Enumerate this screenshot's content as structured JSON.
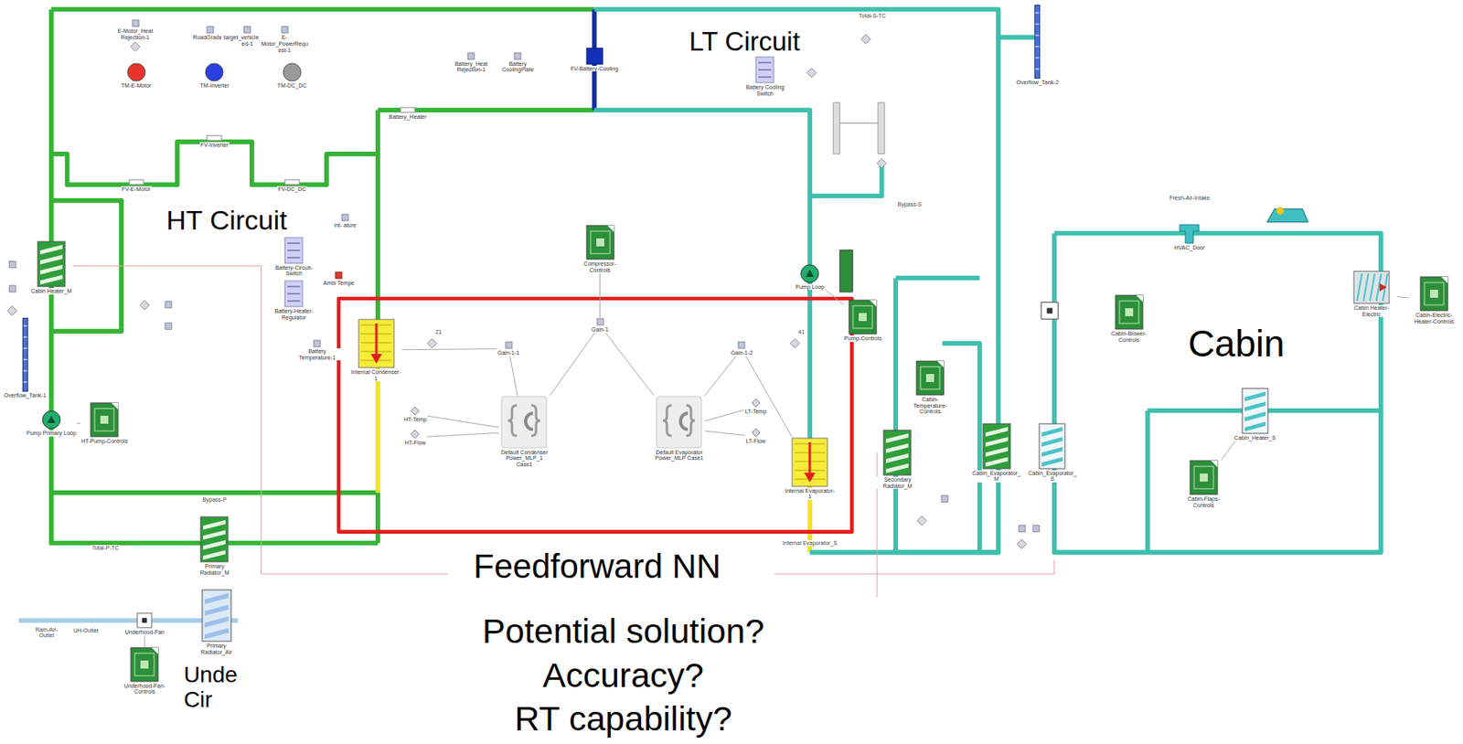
{
  "diagram": {
    "nodes": [
      {
        "text": [
          "E-Motor_Heat Rejection-1"
        ]
      },
      {
        "text": [
          "RoadGrade-1"
        ]
      },
      {
        "text": [
          "target_vehicle_speed-1"
        ]
      },
      {
        "text": [
          "E-Motor_PowerRequest-1"
        ]
      },
      {
        "text": [
          "TM-E-Motor"
        ]
      },
      {
        "text": [
          "TM-Inverter"
        ]
      },
      {
        "text": [
          "TM-DC_DC"
        ]
      },
      {
        "text": [
          "FV-Inverter"
        ]
      },
      {
        "text": [
          "FV-E-Motor"
        ]
      },
      {
        "text": [
          "FV-DC_DC"
        ]
      },
      {
        "text": [
          "Battery_Heat Rejection-1"
        ]
      },
      {
        "text": [
          "Battery CoolingPlate"
        ]
      },
      {
        "text": [
          "FV-Battery-Cooling"
        ]
      },
      {
        "text": [
          "Battery_Heater"
        ]
      },
      {
        "text": [
          "Battery Cooling Switch"
        ]
      },
      {
        "text": [
          "Overflow_Tank-2"
        ]
      },
      {
        "text": [
          "Cabin Heater_M"
        ]
      },
      {
        "text": [
          "Overflow_Tank-1"
        ]
      },
      {
        "text": [
          "Pump Primary Loop"
        ]
      },
      {
        "text": [
          "HT-Pump-Controls"
        ]
      },
      {
        "text": [
          "int- ature"
        ]
      },
      {
        "text": [
          "Battery-Circuit-Switch"
        ]
      },
      {
        "text": [
          "Ambi Tempe"
        ]
      },
      {
        "text": [
          "Battery-Heater-Regulator"
        ]
      },
      {
        "text": [
          "Battery Temperature-1"
        ]
      },
      {
        "text": [
          "Compressor-Controls"
        ]
      },
      {
        "text": [
          "Pump Loop"
        ]
      },
      {
        "text": [
          "Pump-Controls"
        ]
      },
      {
        "text": [
          "Internal Condenser-1"
        ]
      },
      {
        "text": [
          "Gain-1-1"
        ]
      },
      {
        "text": [
          "Gain-1"
        ]
      },
      {
        "text": [
          "Gain-1-2"
        ]
      },
      {
        "text": [
          "HT-Temp"
        ]
      },
      {
        "text": [
          "HT-Flow"
        ]
      },
      {
        "text": [
          "Default Condenser Power_MLP_1 Case1"
        ]
      },
      {
        "text": [
          "Default Evaporator Power_MLP Case1"
        ]
      },
      {
        "text": [
          "LT-Temp"
        ]
      },
      {
        "text": [
          "LT-Flow"
        ]
      },
      {
        "text": [
          "Internal Evaporator-1"
        ]
      },
      {
        "text": [
          "Secondary Radiator_M"
        ]
      },
      {
        "text": [
          "Cabin-Temperature-Controls"
        ]
      },
      {
        "text": [
          "Cabin_Evaporator_M"
        ]
      },
      {
        "text": [
          "Cabin_Evaporator_S"
        ]
      },
      {
        "text": [
          "Cabin-Blower-Controls"
        ]
      },
      {
        "text": [
          "HVAC_Door"
        ]
      },
      {
        "text": [
          "Cabin Heater-Electric"
        ]
      },
      {
        "text": [
          "Cabin-Electric-Heater-Controls"
        ]
      },
      {
        "text": [
          "Cabin_Heater_S"
        ]
      },
      {
        "text": [
          "Cabin-Flaps-Controls"
        ]
      },
      {
        "text": [
          "Primary Radiator_M"
        ]
      },
      {
        "text": [
          "Primary Radiator_Air"
        ]
      },
      {
        "text": [
          "Underhood-Fan"
        ]
      },
      {
        "text": [
          "Underhood-Fan-Controls"
        ]
      }
    ],
    "edges": [
      {
        "from": 32,
        "to": 34,
        "arrow": "none"
      },
      {
        "from": 33,
        "to": 34,
        "arrow": "none"
      },
      {
        "from": 36,
        "to": 35,
        "arrow": "none"
      },
      {
        "from": 37,
        "to": 35,
        "arrow": "none"
      },
      {
        "from": 30,
        "to": 34,
        "arrow": "none"
      },
      {
        "from": 30,
        "to": 35,
        "arrow": "none"
      },
      {
        "from": 25,
        "to": 30,
        "arrow": "none"
      },
      {
        "from": 34,
        "to": 29,
        "arrow": "none"
      },
      {
        "from": 29,
        "to": 28,
        "arrow": "none"
      },
      {
        "from": 35,
        "to": 31,
        "arrow": "none"
      },
      {
        "from": 31,
        "to": 38,
        "arrow": "none"
      },
      {
        "from": 19,
        "to": 18,
        "arrow": "none"
      },
      {
        "from": 52,
        "to": 51,
        "arrow": "none"
      },
      {
        "from": 46,
        "to": 45,
        "arrow": "none"
      },
      {
        "from": 27,
        "to": 26,
        "arrow": "none"
      },
      {
        "from": 48,
        "to": 47,
        "arrow": "none"
      }
    ],
    "labels": [
      "LT Circuit",
      "HT Circuit",
      "Cabin",
      "Feedforward NN",
      "Potential solution?",
      "Accuracy?",
      "RT capability?",
      "Unde",
      "Cir",
      "Total-S-TC",
      "Bypass-S",
      "Bypass-P",
      "Total-P-TC",
      "Internal Evaporator_S",
      "Fresh-Air-Intake",
      "Ram-Air-Outlet",
      "UH-Outlet",
      "21",
      "41"
    ]
  }
}
